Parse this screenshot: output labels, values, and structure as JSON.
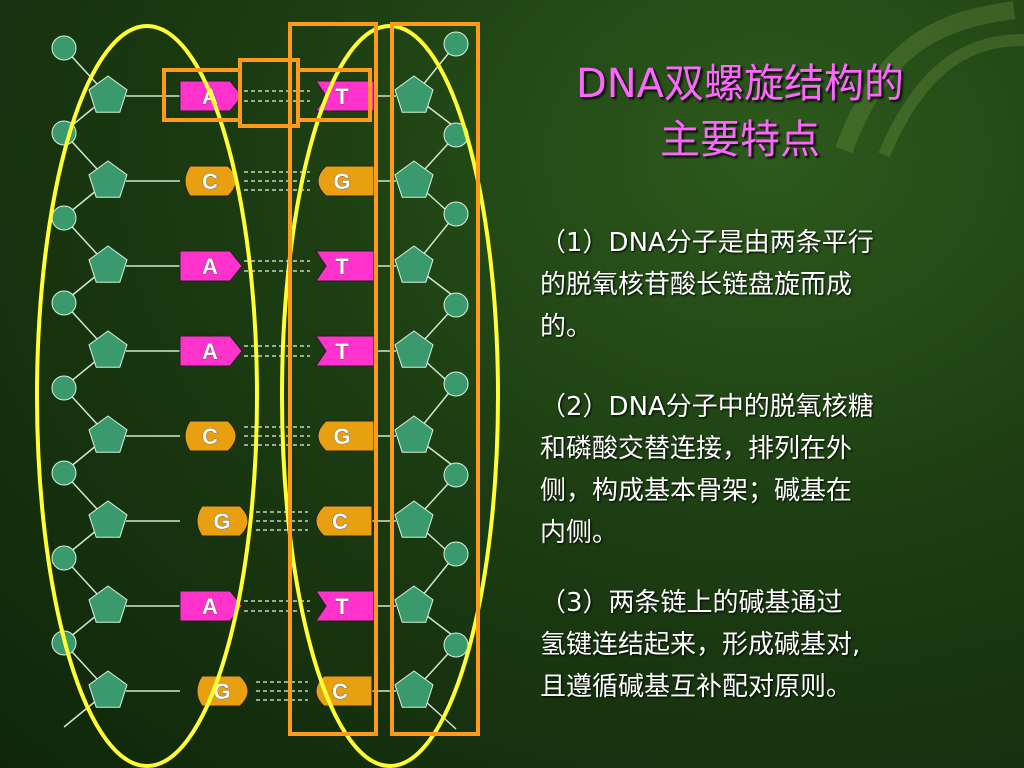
{
  "title": [
    "DNA双螺旋结构的",
    "主要特点"
  ],
  "points": [
    [
      "（1）DNA分子是由两条平行",
      "的脱氧核苷酸长链盘旋而成",
      "的。"
    ],
    [
      "（2）DNA分子中的脱氧核糖",
      "和磷酸交替连接，排列在外",
      "侧，构成基本骨架；碱基在",
      "内侧。"
    ],
    [
      "（3）两条链上的碱基通过",
      "氢键连结起来，形成碱基对,",
      "且遵循碱基互补配对原则。"
    ]
  ],
  "base_pairs": [
    {
      "left": "A",
      "right": "T"
    },
    {
      "left": "C",
      "right": "G"
    },
    {
      "left": "A",
      "right": "T"
    },
    {
      "left": "A",
      "right": "T"
    },
    {
      "left": "C",
      "right": "G"
    },
    {
      "left": "G",
      "right": "C"
    },
    {
      "left": "A",
      "right": "T"
    },
    {
      "left": "G",
      "right": "C"
    }
  ],
  "colors": {
    "A": "#ff33cc",
    "T": "#ff33cc",
    "C": "#e8a010",
    "G": "#e8a010",
    "sugar": "#3a9a6e",
    "phosphate": "#3a9a6e",
    "ellipse": "#ffff33",
    "box": "#ff9a1a",
    "title": "#ff66ff"
  }
}
